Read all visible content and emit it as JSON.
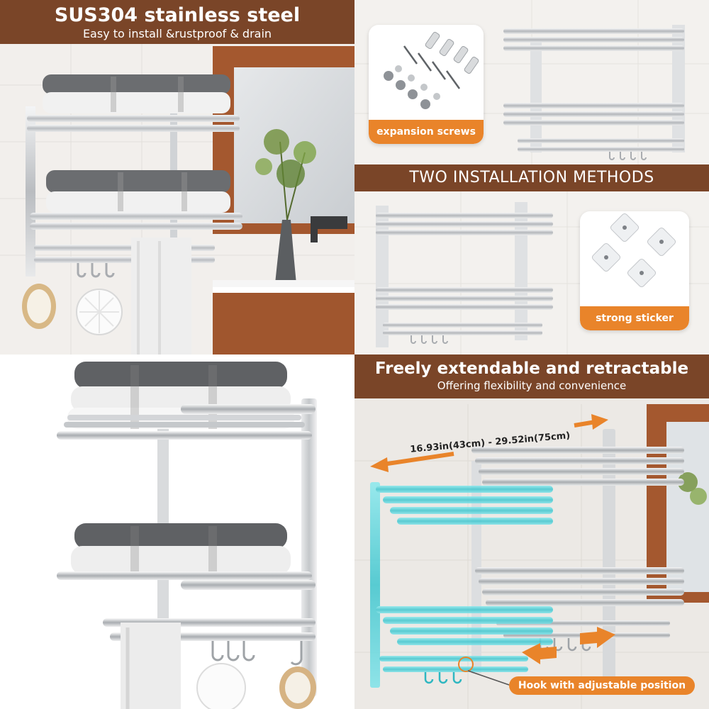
{
  "panel1": {
    "title": "SUS304 stainless steel",
    "subtitle": "Easy to install &rustproof & drain"
  },
  "panel2": {
    "screws_label": "expansion screws",
    "methods_title": "TWO INSTALLATION METHODS",
    "sticker_label": "strong sticker"
  },
  "panel4": {
    "title": "Freely extendable and retractable",
    "subtitle": "Offering flexibility and convenience",
    "dimension_label": "16.93in(43cm) - 29.52in(75cm)",
    "hook_label": "Hook with adjustable position"
  },
  "colors": {
    "brown": "#7a4528",
    "orange": "#e9842a",
    "steel": "#c9ccd0",
    "teal": "#4fd1d9"
  }
}
